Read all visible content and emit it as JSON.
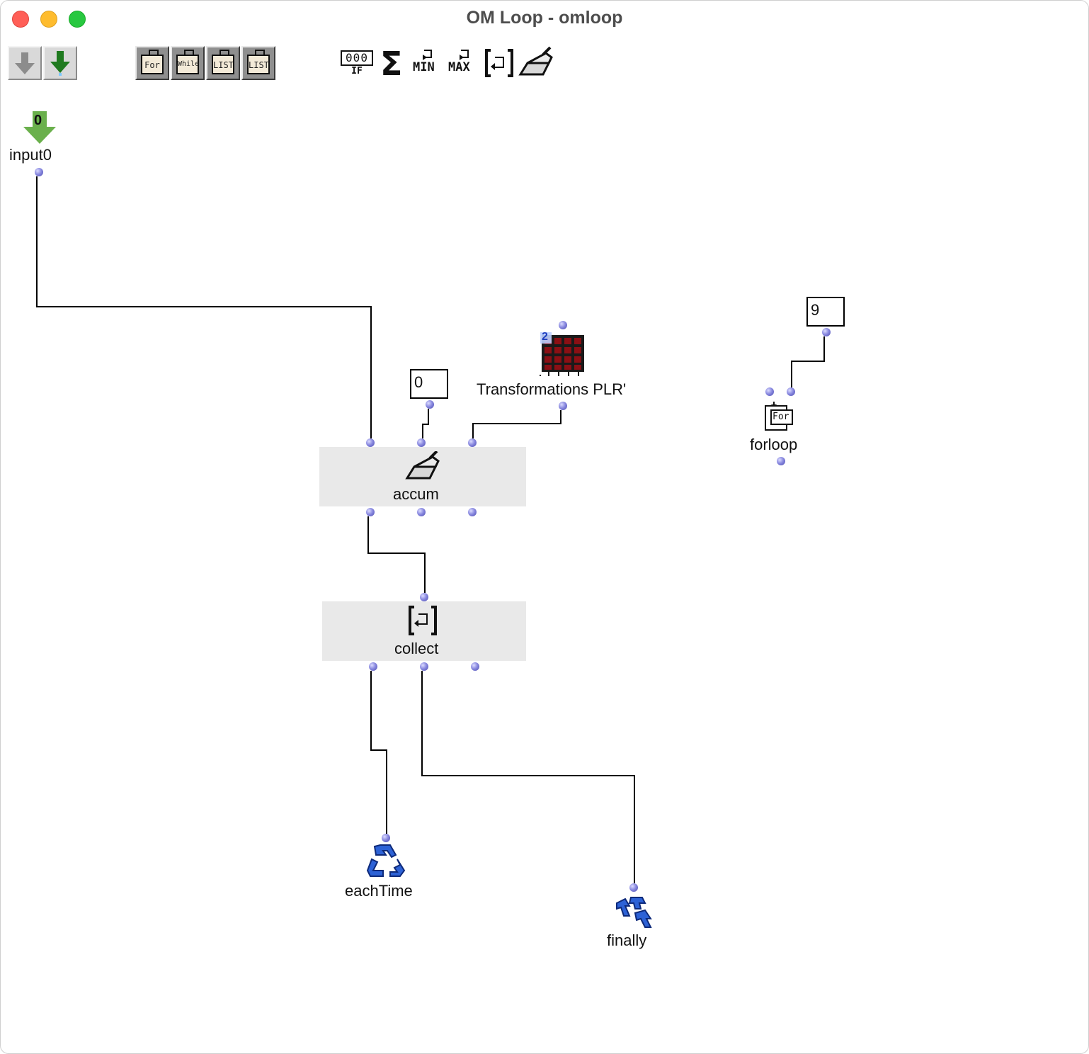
{
  "window": {
    "title": "OM Loop - omloop"
  },
  "toolbar": {
    "input_arrow_label": "",
    "loop_for": "For",
    "loop_while": "While",
    "loop_list": "LIST",
    "loop_list2": "LIST",
    "if_label": "IF",
    "if_digits": "000",
    "sum_symbol": "Σ",
    "min_label": "MIN",
    "max_label": "MAX"
  },
  "canvas": {
    "input0": {
      "label": "input0",
      "index": "0"
    },
    "value0": {
      "value": "0"
    },
    "value9": {
      "value": "9"
    },
    "transformations": {
      "label": "Transformations PLR'",
      "badge": "2"
    },
    "accum": {
      "label": "accum"
    },
    "collect": {
      "label": "collect"
    },
    "forloop": {
      "label": "forloop",
      "icon_text": "For"
    },
    "eachtime": {
      "label": "eachTime"
    },
    "finally": {
      "label": "finally"
    }
  },
  "colors": {
    "inlet": "#7a7ad6",
    "node_bg": "#e9e9e9",
    "input_arrow": "#6ab04c",
    "recycle": "#1f4fbf",
    "grid_red": "#8b0f14"
  }
}
